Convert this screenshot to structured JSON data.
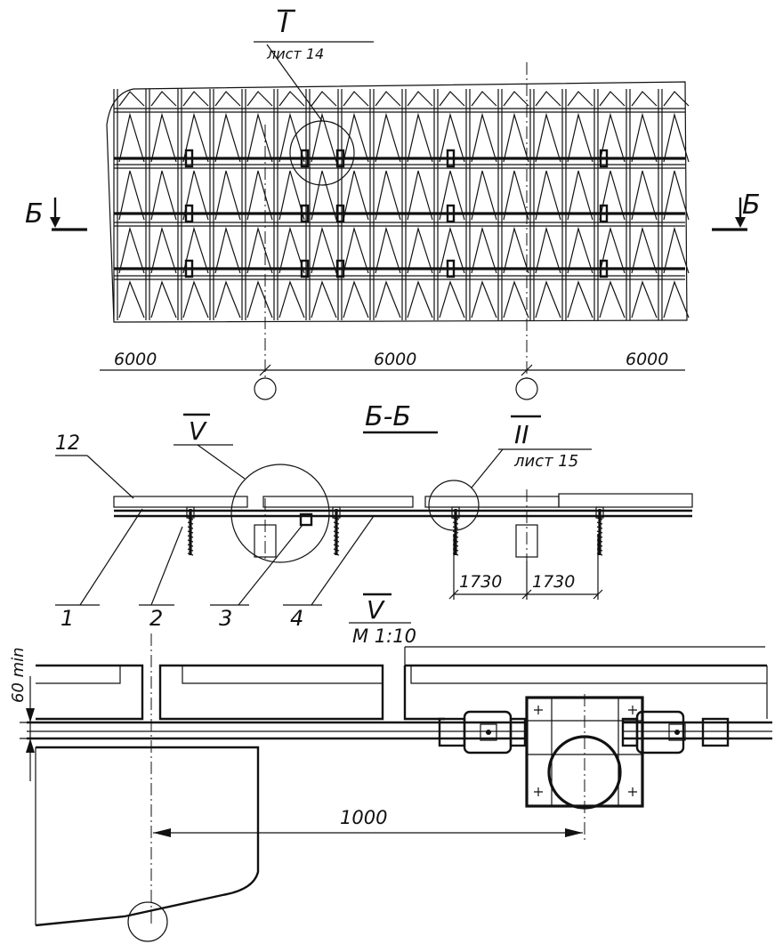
{
  "views": {
    "plan": {
      "callout_roman": "I",
      "callout_sheet": "лист 14",
      "section_mark": "Б",
      "dims": [
        "6000",
        "6000",
        "6000"
      ]
    },
    "section": {
      "title": "Б-Б",
      "callout_v": "V",
      "callout_ii": "II",
      "callout_ii_sheet": "лист 15",
      "item_12": "12",
      "items": [
        "1",
        "2",
        "3",
        "4"
      ],
      "dims": [
        "1730",
        "1730"
      ]
    },
    "detail": {
      "title": "V",
      "scale": "М 1:10",
      "gap_label": "60 min",
      "dim": "1000"
    }
  }
}
